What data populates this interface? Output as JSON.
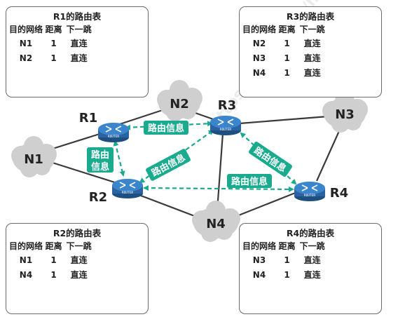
{
  "colors": {
    "link": "#3a3a3a",
    "cloud": "#cfcfcf",
    "info_arrow": "#1aab8f",
    "info_label_bg": "#1aab8f",
    "router_body": "#2f72b4"
  },
  "nodes": {
    "routers": [
      {
        "id": "R1",
        "label": "R1"
      },
      {
        "id": "R2",
        "label": "R2"
      },
      {
        "id": "R3",
        "label": "R3"
      },
      {
        "id": "R4",
        "label": "R4"
      }
    ],
    "router_tag": "ROUTER",
    "networks": [
      {
        "id": "N1",
        "label": "N1"
      },
      {
        "id": "N2",
        "label": "N2"
      },
      {
        "id": "N3",
        "label": "N3"
      },
      {
        "id": "N4",
        "label": "N4"
      }
    ]
  },
  "info_label": "路由信息",
  "info_label_vertical": [
    "路由",
    "信息"
  ],
  "watermark": "https://gitee.com/hhust ej8351@湖科大教书匠",
  "routing_tables": [
    {
      "id": "r1",
      "title": "R1的路由表",
      "headers": [
        "目的网络",
        "距离",
        "下一跳"
      ],
      "rows": [
        [
          "N1",
          "1",
          "直连"
        ],
        [
          "N2",
          "1",
          "直连"
        ]
      ]
    },
    {
      "id": "r3",
      "title": "R3的路由表",
      "headers": [
        "目的网络",
        "距离",
        "下一跳"
      ],
      "rows": [
        [
          "N2",
          "1",
          "直连"
        ],
        [
          "N3",
          "1",
          "直连"
        ],
        [
          "N4",
          "1",
          "直连"
        ]
      ]
    },
    {
      "id": "r2",
      "title": "R2的路由表",
      "headers": [
        "目的网络",
        "距离",
        "下一跳"
      ],
      "rows": [
        [
          "N1",
          "1",
          "直连"
        ],
        [
          "N4",
          "1",
          "直连"
        ]
      ]
    },
    {
      "id": "r4",
      "title": "R4的路由表",
      "headers": [
        "目的网络",
        "距离",
        "下一跳"
      ],
      "rows": [
        [
          "N3",
          "1",
          "直连"
        ],
        [
          "N4",
          "1",
          "直连"
        ]
      ]
    }
  ]
}
